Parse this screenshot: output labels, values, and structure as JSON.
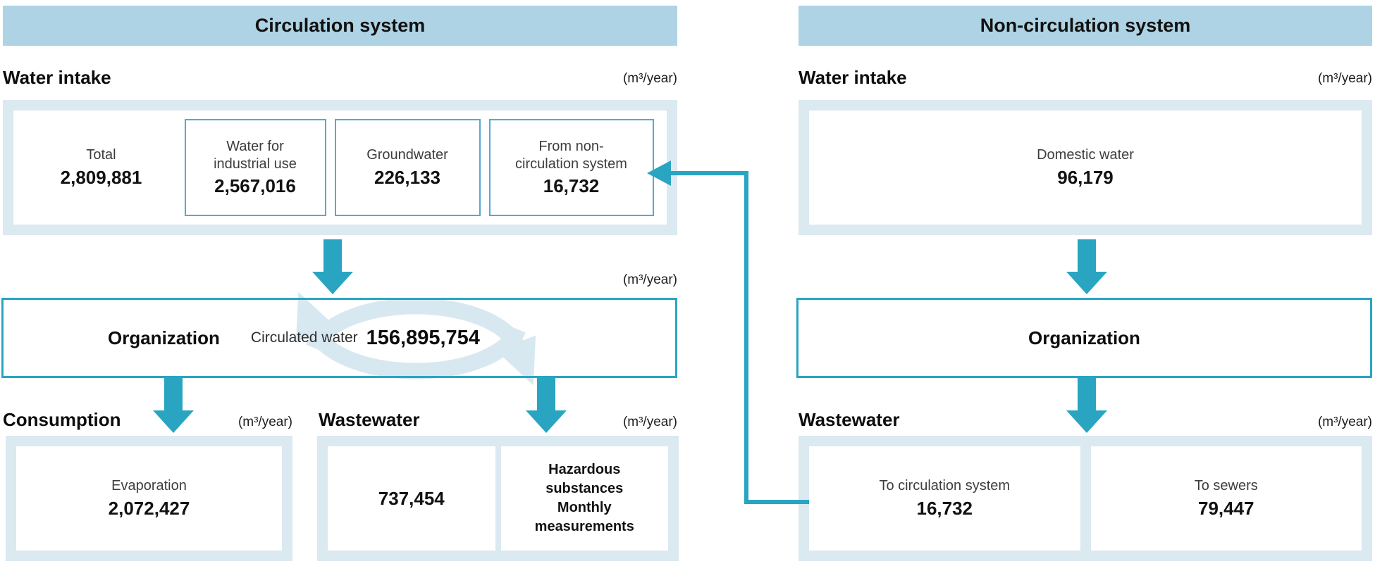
{
  "units_label": "(m³/year)",
  "colors": {
    "header_bg": "#aed3e4",
    "panel_bg": "#dbe9f1",
    "accent_teal": "#29a5c2",
    "inner_box_border": "#55a8d8",
    "recycle_glyph": "#d7e8f1"
  },
  "left": {
    "header": "Circulation system",
    "intake": {
      "heading": "Water intake",
      "total": {
        "label": "Total",
        "value": "2,809,881"
      },
      "boxes": [
        {
          "label": "Water for industrial use",
          "value": "2,567,016"
        },
        {
          "label": "Groundwater",
          "value": "226,133"
        },
        {
          "label": "From non-circulation system",
          "value": "16,732"
        }
      ]
    },
    "organization": {
      "title": "Organization",
      "circulated_label": "Circulated water",
      "circulated_value": "156,895,754"
    },
    "consumption": {
      "heading": "Consumption",
      "box": {
        "label": "Evaporation",
        "value": "2,072,427"
      }
    },
    "wastewater": {
      "heading": "Wastewater",
      "amount": "737,454",
      "note": "Hazardous substances Monthly measurements"
    }
  },
  "right": {
    "header": "Non-circulation system",
    "intake": {
      "heading": "Water intake",
      "box": {
        "label": "Domestic water",
        "value": "96,179"
      }
    },
    "organization": {
      "title": "Organization"
    },
    "wastewater": {
      "heading": "Wastewater",
      "boxes": [
        {
          "label": "To circulation system",
          "value": "16,732"
        },
        {
          "label": "To sewers",
          "value": "79,447"
        }
      ]
    }
  }
}
